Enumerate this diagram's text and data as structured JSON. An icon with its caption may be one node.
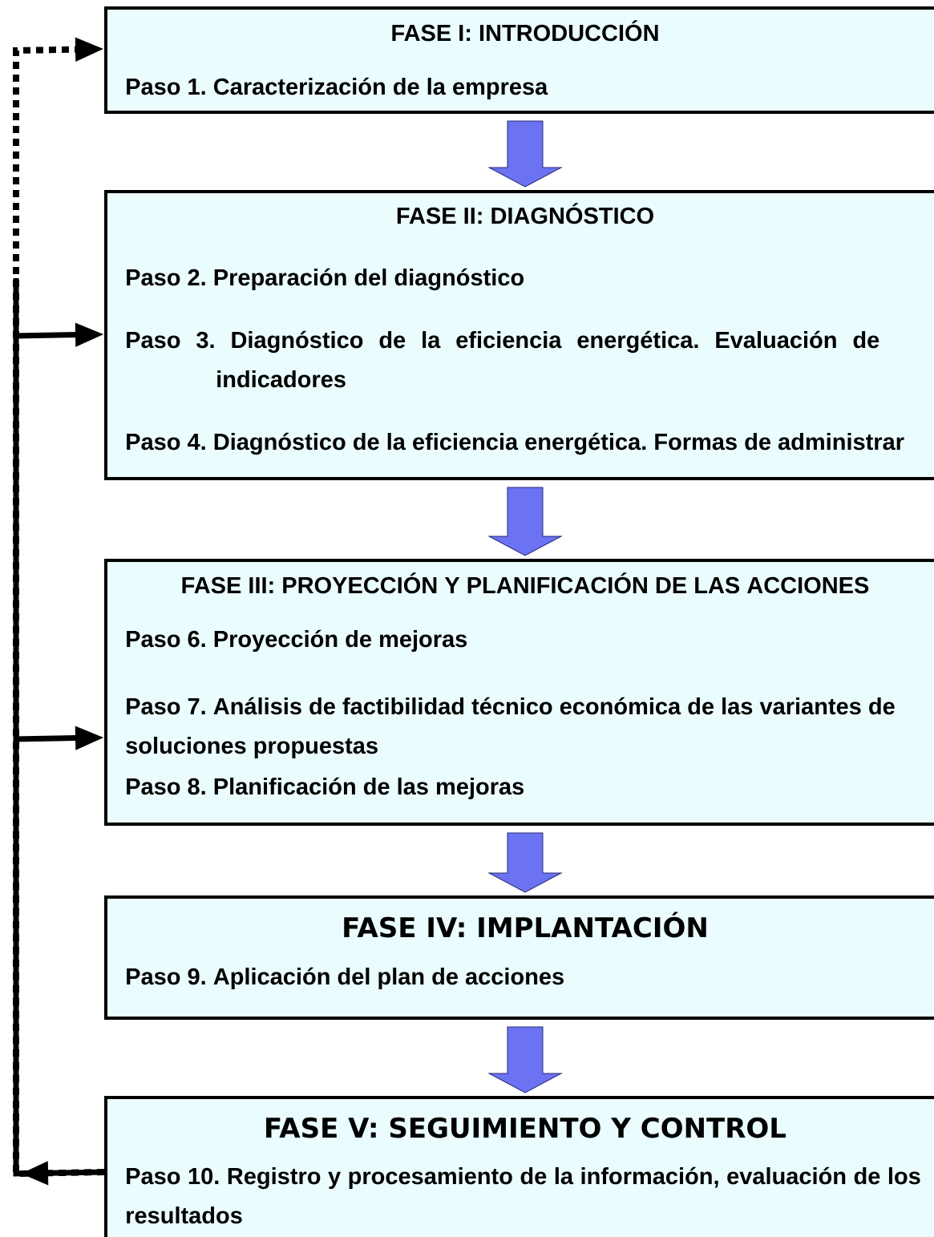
{
  "diagram": {
    "nodes": [
      {
        "text": [
          "FASE I: INTRODUCCIÓN",
          "Paso 1. Caracterización de la empresa"
        ]
      },
      {
        "text": [
          "FASE II: DIAGNÓSTICO",
          "Paso 2. Preparación del diagnóstico",
          "Paso 3. Diagnóstico de la eficiencia energética. Evaluación de indicadores",
          "Paso 4. Diagnóstico de la eficiencia energética. Formas de administrar"
        ]
      },
      {
        "text": [
          "FASE III: PROYECCIÓN Y PLANIFICACIÓN DE LAS ACCIONES",
          "Paso 6. Proyección de mejoras",
          "Paso 7. Análisis de factibilidad técnico económica de las variantes de soluciones propuestas",
          "Paso 8. Planificación de las mejoras"
        ]
      },
      {
        "text": [
          "FASE IV: IMPLANTACIÓN",
          "Paso 9. Aplicación del plan de acciones"
        ]
      },
      {
        "text": [
          "FASE V: SEGUIMIENTO Y CONTROL",
          "Paso 10. Registro y procesamiento de la información, evaluación de los resultados"
        ]
      }
    ],
    "edges": [
      {
        "from": 0,
        "to": 1,
        "arrow": "to"
      },
      {
        "from": 1,
        "to": 2,
        "arrow": "to"
      },
      {
        "from": 2,
        "to": 3,
        "arrow": "to"
      },
      {
        "from": 3,
        "to": 4,
        "arrow": "to"
      },
      {
        "from": 4,
        "to": 0,
        "arrow": "to",
        "style": "dashed",
        "color": "#000000"
      },
      {
        "from": 4,
        "to": 1,
        "arrow": "to",
        "color": "#000000"
      },
      {
        "from": 4,
        "to": 2,
        "arrow": "to",
        "color": "#000000"
      }
    ]
  }
}
